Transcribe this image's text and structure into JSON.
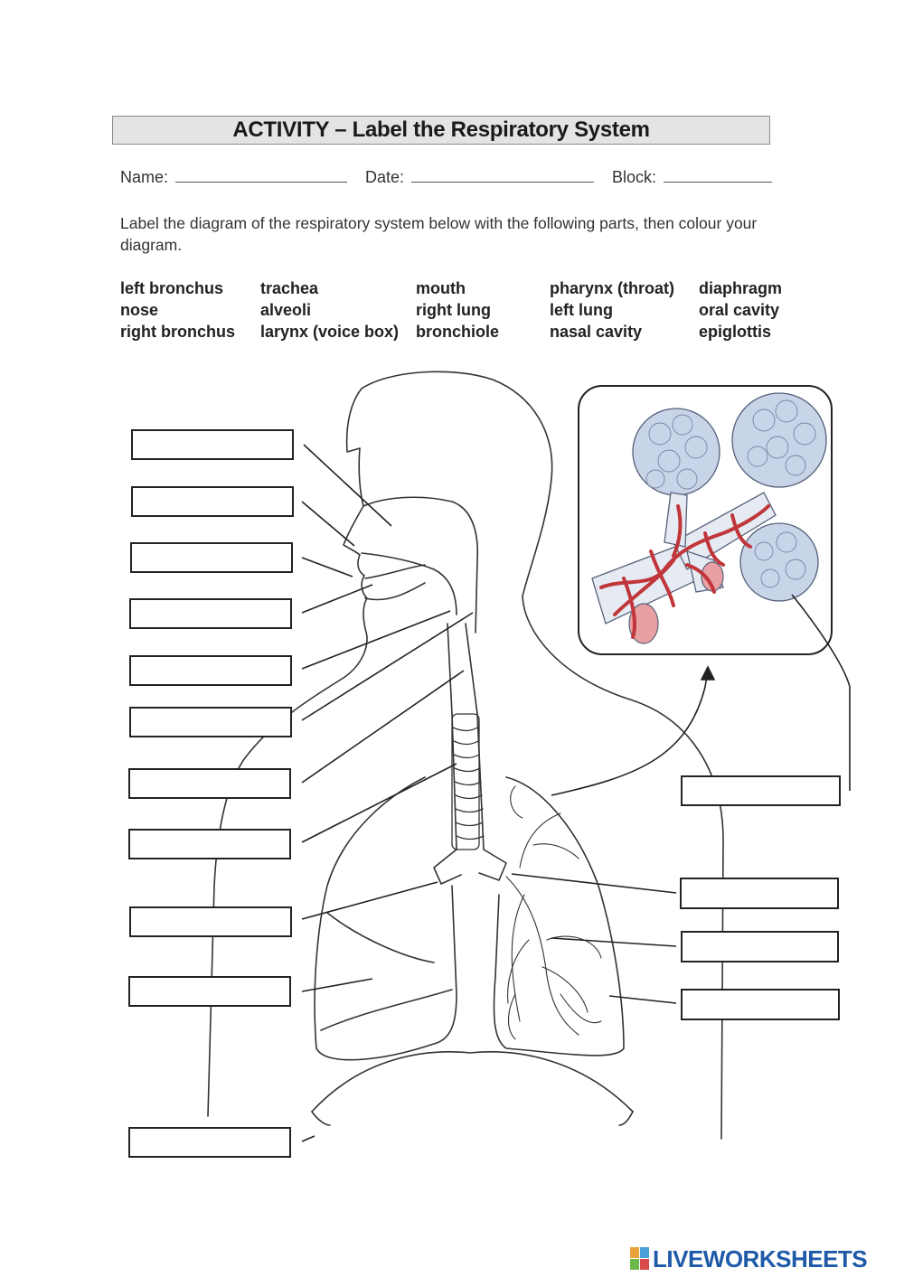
{
  "title": "ACTIVITY – Label the Respiratory System",
  "fields": {
    "name_label": "Name:",
    "date_label": "Date:",
    "block_label": "Block:"
  },
  "instructions": "Label the diagram of the respiratory system below with the following parts, then colour your diagram.",
  "word_bank": [
    [
      "left bronchus",
      "nose",
      "right bronchus"
    ],
    [
      "trachea",
      "alveoli",
      "larynx (voice box)"
    ],
    [
      "mouth",
      "right lung",
      "bronchiole"
    ],
    [
      "pharynx (throat)",
      "left lung",
      "nasal cavity"
    ],
    [
      "diaphragm",
      "oral cavity",
      "epiglottis"
    ]
  ],
  "label_boxes_count": 15,
  "watermark": "LIVEWORKSHEETS",
  "colors": {
    "title_bg": "#e4e4e4",
    "blood_vessel": "#c0363a",
    "alveoli": "#c8d4e8",
    "logo_blue": "#1e5aa8"
  }
}
